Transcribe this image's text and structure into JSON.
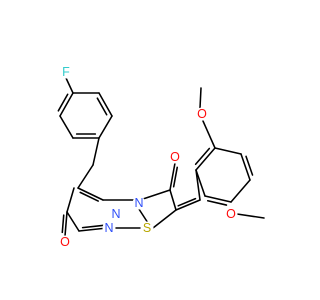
{
  "molecule": {
    "atoms": {
      "F": {
        "label": "F",
        "color": "#33CCCC"
      },
      "O_top": {
        "label": "O",
        "color": "#FF0D0D"
      },
      "O_bottom": {
        "label": "O",
        "color": "#FF0D0D"
      },
      "O_methoxy_top": {
        "label": "O",
        "color": "#FF0D0D"
      },
      "O_methoxy_bottom": {
        "label": "O",
        "color": "#FF0D0D"
      },
      "N_upper": {
        "label": "N",
        "color": "#3050F8"
      },
      "N_ring": {
        "label": "N",
        "color": "#3050F8"
      },
      "N_lower": {
        "label": "N",
        "color": "#3050F8"
      },
      "S": {
        "label": "S",
        "color": "#B8A800"
      }
    },
    "bond_color": "#000000",
    "background": "#ffffff"
  }
}
